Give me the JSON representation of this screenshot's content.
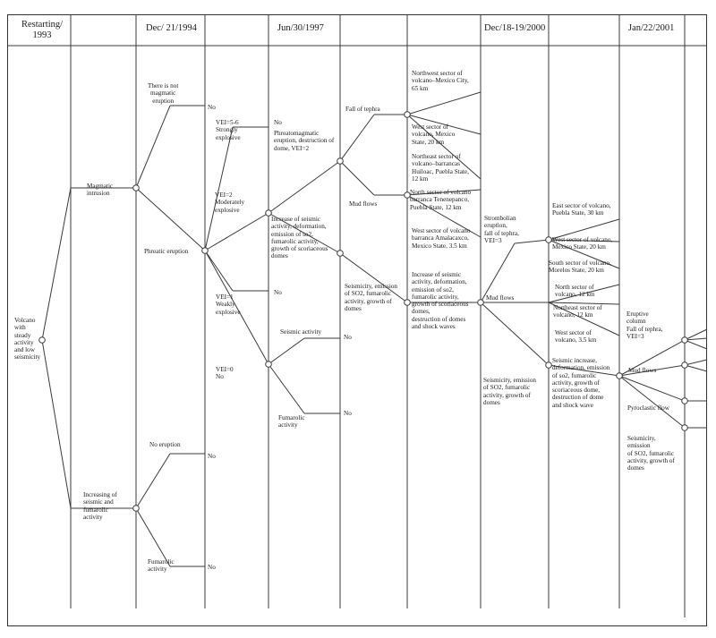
{
  "headers": {
    "h1993": "Restarting/\n1993",
    "h1994": "Dec/ 21/1994",
    "h1997": "Jun/30/1997",
    "h2000": "Dec/18-19/2000",
    "h2001": "Jan/22/2001"
  },
  "labels": {
    "root": "Volcano\nwith\nsteady\nactivity\nand low\nseismicity",
    "magmatic": "Magmatic\nintrusion",
    "increasing": "Increasing of\nseismic and\nfumarolic\nactivity",
    "not_magmatic": "There is not\nmagmatic\neruption",
    "phreatic": "Phreatic eruption",
    "no_eruption": "No eruption",
    "fumarolic94": "Fumarolic\nactivity",
    "vei56": "VEI=5-6\nStrongly\nexplosive",
    "vei2": "VEI=2\nModerately\nexplosive",
    "vei1": "VEI=1\nWeakly\nexplosive",
    "vei0": "VEI=0\nNo",
    "phreatomag": "Phreatomagmatic\neruption, destruction of\ndome, VEI=2",
    "increase97": "Increase of seismic\nactivity, deformation,\nemission of so2,\nfumarolic activity,\ngrowth of scoriaceous\ndomes",
    "seismic97": "Seismic activity",
    "fumarolic97": "Fumarolic\nactivity",
    "fall_tephra": "Fall of tephra",
    "mud_flows97": "Mud flows",
    "seis_emission97": "Seismicity, emission\nof SO2, fumarolic\nactivity, growth of\ndomes",
    "nw_sector": "Northwest sector of\nvolcano–Mexico City,\n65 km",
    "w_sector_mex": "West sector of\nvolcano, Mexico\nState, 20 km",
    "ne_sector": "Northeast sector of\nvolcano–barrancas\nHuiloac, Puebla State,\n12 km",
    "n_sector_ten": "North sector of volcano\nbarranca Tenenepanco,\nPuebla State, 12 km",
    "w_sector_ama": "West sector of volcano\nbarranca Amalacaxco,\nMexico State, 3.5 km",
    "increase00": "Increase of seismic\nactivity, deformation,\nemission of so2,\nfumarolic activity,\ngrowth of scoriaceous\ndomes,\ndestruction of domes\nand shock waves",
    "strombolian": "Strombolian\neruption,\nfall of tephra,\nVEI=3",
    "mud_flows00": "Mud flows",
    "seis_emission00": "Seismicity, emission\nof SO2, fumarolic\nactivity, growth of\ndomes",
    "e_sector": "East sector of volcano,\nPuebla State, 30 km",
    "w_sector_mex2": "West sector of volcano,\nMexico State, 20 km",
    "s_sector": "South sector of volcano,\nMorelos State, 20 km",
    "n_sector12": "North sector of\nvolcano, 12 km",
    "ne_sector12": "Northeast sector of\nvolcano, 12 km",
    "w_sector35": "West sector of\nvolcano, 3.5 km",
    "seismic_increase": "Seismic increase,\ndeformation, emission\nof so2, fumarolic\nactivity, growth of\nscoriaceous dome,\ndestruction of dome\nand shock wave",
    "eruptive_column": "Eruptive\ncolumn\nFall of tephra,\nVEI=3",
    "mud_flows01": "Mud flows",
    "pyroclastic": "Pyroclastic flow",
    "seis_emission01": "Seismicity,\nemission\nof SO2, fumarolic\nactivity, growth of\ndomes"
  },
  "no_label": "No"
}
